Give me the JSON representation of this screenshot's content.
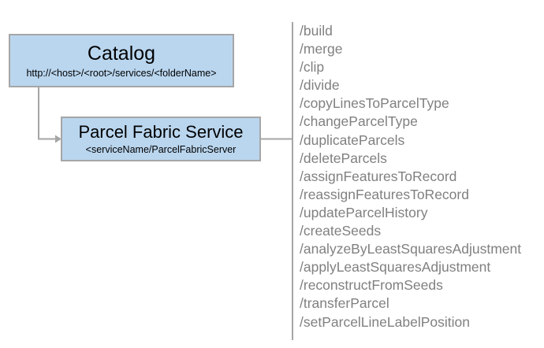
{
  "diagram": {
    "type": "rest-api-endpoint-hierarchy",
    "colors": {
      "node_fill": "#bad6ef",
      "node_border": "#a6a6a6",
      "connector": "#a6a6a6",
      "operation_text": "#808080",
      "node_text": "#000000",
      "background": "#ffffff"
    },
    "nodes": [
      {
        "id": "catalog",
        "title": "Catalog",
        "subtitle": "http://<host>/<root>/services/<folderName>"
      },
      {
        "id": "parcel-fabric-service",
        "title": "Parcel Fabric Service",
        "subtitle": "<serviceName/ParcelFabricServer"
      }
    ],
    "connectors": [
      {
        "id": "catalog-to-service",
        "from": "catalog",
        "to": "parcel-fabric-service",
        "style": "elbow",
        "arrowhead": true
      },
      {
        "id": "service-to-operations",
        "from": "parcel-fabric-service",
        "to": "operations",
        "style": "straight",
        "arrowhead": false
      }
    ],
    "operations": [
      {
        "label": "/build"
      },
      {
        "label": "/merge"
      },
      {
        "label": "/clip"
      },
      {
        "label": "/divide"
      },
      {
        "label": "/copyLinesToParcelType"
      },
      {
        "label": "/changeParcelType"
      },
      {
        "label": "/duplicateParcels"
      },
      {
        "label": "/deleteParcels"
      },
      {
        "label": "/assignFeaturesToRecord"
      },
      {
        "label": "/reassignFeaturesToRecord"
      },
      {
        "label": "/updateParcelHistory"
      },
      {
        "label": "/createSeeds"
      },
      {
        "label": "/analyzeByLeastSquaresAdjustment"
      },
      {
        "label": "/applyLeastSquaresAdjustment"
      },
      {
        "label": "/reconstructFromSeeds"
      },
      {
        "label": "/transferParcel"
      },
      {
        "label": "/setParcelLineLabelPosition"
      }
    ]
  }
}
